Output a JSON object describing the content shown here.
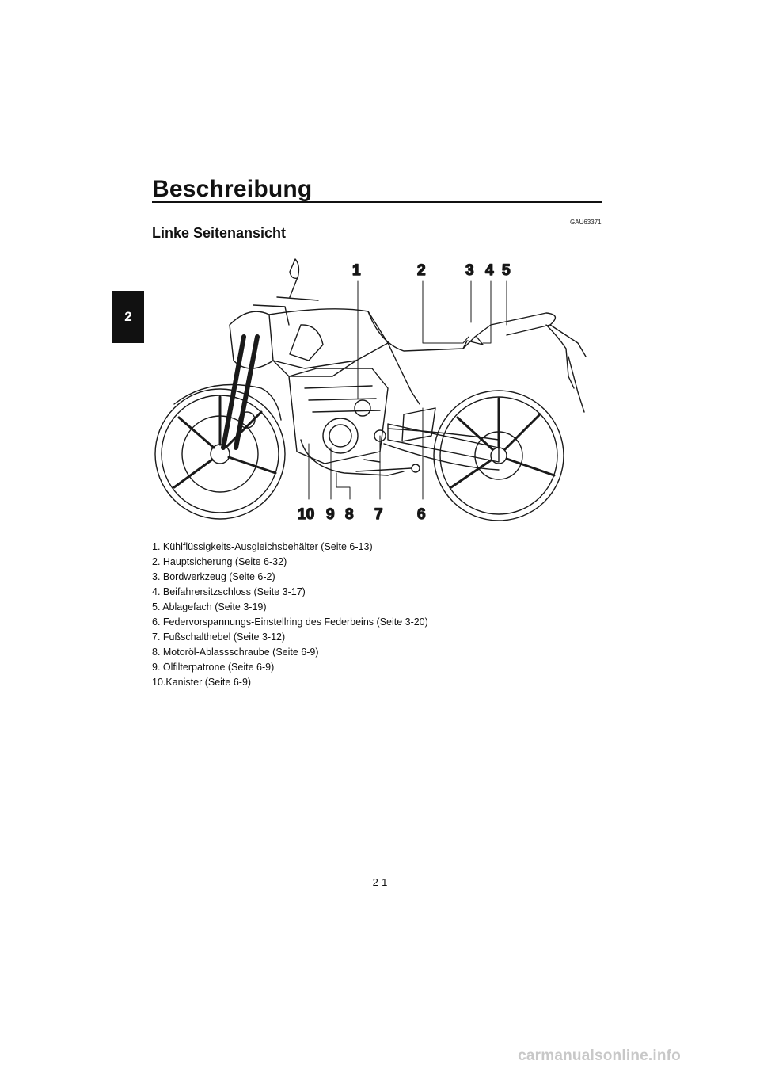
{
  "chapter_tab": "2",
  "page_title": "Beschreibung",
  "doc_code": "GAU63371",
  "section_title": "Linke Seitenansicht",
  "callouts": {
    "n1": "1",
    "n2": "2",
    "n3": "3",
    "n4": "4",
    "n5": "5",
    "n6": "6",
    "n7": "7",
    "n8": "8",
    "n9": "9",
    "n10": "10"
  },
  "legend": [
    "1. Kühlflüssigkeits-Ausgleichsbehälter (Seite 6-13)",
    "2. Hauptsicherung (Seite 6-32)",
    "3. Bordwerkzeug (Seite 6-2)",
    "4. Beifahrersitzschloss (Seite 3-17)",
    "5. Ablagefach (Seite 3-19)",
    "6. Federvorspannungs-Einstellring des Federbeins (Seite 3-20)",
    "7. Fußschalthebel (Seite 3-12)",
    "8. Motoröl-Ablassschraube (Seite 6-9)",
    "9. Ölfilterpatrone (Seite 6-9)",
    "10.Kanister (Seite 6-9)"
  ],
  "page_number": "2-1",
  "watermark": "carmanualsonline.info"
}
